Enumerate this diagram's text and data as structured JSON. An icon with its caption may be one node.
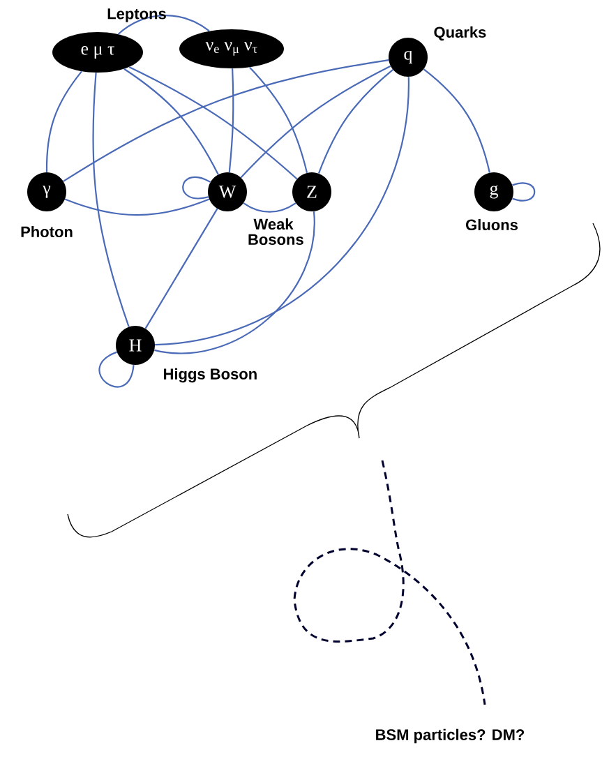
{
  "diagram": {
    "nodes": [
      {
        "text": [
          "e μ τ"
        ]
      },
      {
        "text": [
          "ν$_{e}$ ν$_{μ}$ ν$_{τ}$"
        ]
      },
      {
        "text": [
          "q"
        ],
        "beside": [
          "Quarks"
        ]
      },
      {
        "text": [
          "γ"
        ],
        "beside": [
          "Photon"
        ]
      },
      {
        "text": [
          "W"
        ]
      },
      {
        "text": [
          "Z"
        ]
      },
      {
        "text": [
          "g"
        ],
        "beside": [
          "Gluons"
        ]
      },
      {
        "text": [
          "H"
        ],
        "beside": [
          "Higgs Boson"
        ]
      }
    ],
    "edges": [
      {
        "from": 0,
        "to": 1,
        "arrow": "none"
      },
      {
        "from": 0,
        "to": 3,
        "arrow": "none"
      },
      {
        "from": 0,
        "to": 7,
        "arrow": "none"
      },
      {
        "from": 0,
        "to": 4,
        "arrow": "none"
      },
      {
        "from": 0,
        "to": 5,
        "arrow": "none"
      },
      {
        "from": 1,
        "to": 4,
        "arrow": "none"
      },
      {
        "from": 1,
        "to": 5,
        "arrow": "none"
      },
      {
        "from": 2,
        "to": 3,
        "arrow": "none"
      },
      {
        "from": 2,
        "to": 4,
        "arrow": "none"
      },
      {
        "from": 2,
        "to": 5,
        "arrow": "none"
      },
      {
        "from": 2,
        "to": 7,
        "arrow": "none"
      },
      {
        "from": 2,
        "to": 6,
        "arrow": "none"
      },
      {
        "from": 3,
        "to": 4,
        "arrow": "none"
      },
      {
        "from": 4,
        "to": 4,
        "arrow": "none"
      },
      {
        "from": 4,
        "to": 5,
        "arrow": "none"
      },
      {
        "from": 4,
        "to": 7,
        "arrow": "none"
      },
      {
        "from": 5,
        "to": 7,
        "arrow": "none"
      },
      {
        "from": 7,
        "to": 7,
        "arrow": "none"
      },
      {
        "from": 6,
        "to": 6,
        "arrow": "none"
      }
    ],
    "labels": [
      "Leptons",
      "Weak Bosons",
      "BSM particles? DM?"
    ]
  }
}
